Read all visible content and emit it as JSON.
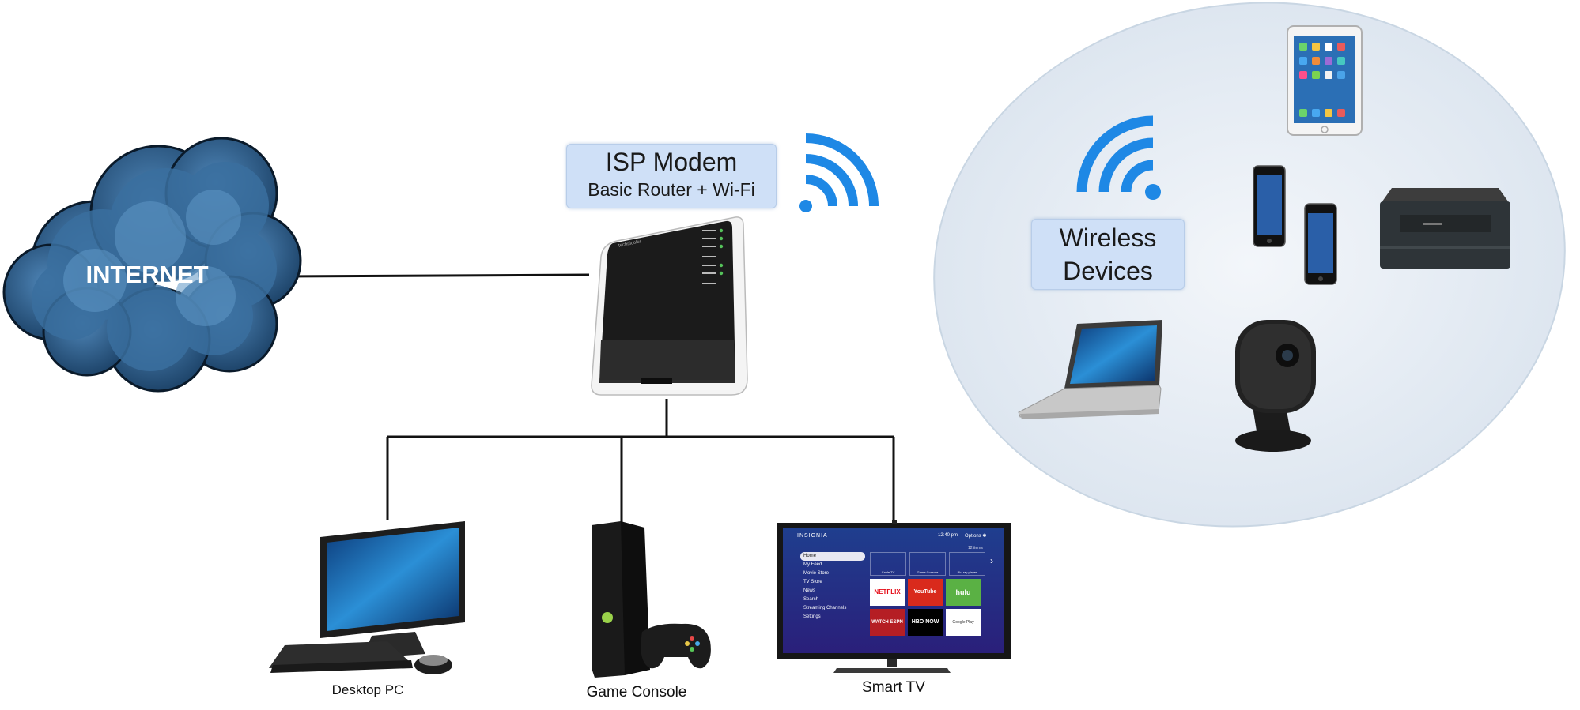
{
  "internet": {
    "label": "INTERNET"
  },
  "modem": {
    "title": "ISP Modem",
    "subtitle": "Basic Router + Wi-Fi",
    "brand": "technicolor"
  },
  "wireless": {
    "line1": "Wireless",
    "line2": "Devices"
  },
  "wired_devices": {
    "desktop": "Desktop PC",
    "console": "Game Console",
    "tv": "Smart TV"
  },
  "tv_screen": {
    "brand": "INSIGNIA",
    "time": "12:40 pm",
    "options": "Options ✱",
    "count": "12 items",
    "menu": [
      "Home",
      "My Feed",
      "Movie Store",
      "TV Store",
      "News",
      "Search",
      "Streaming Channels",
      "Settings"
    ],
    "inputs": [
      "Cable TV",
      "Game Console",
      "Blu-ray player"
    ],
    "tiles": [
      "NETFLIX",
      "YouTube",
      "hulu",
      "WATCH ESPN",
      "HBO NOW",
      "Google Play"
    ]
  },
  "colors": {
    "wifi": "#1e88e5",
    "cloud": "#1f4a73",
    "bubble": "#dfe8f1",
    "label_bg": "#cfe0f7"
  }
}
